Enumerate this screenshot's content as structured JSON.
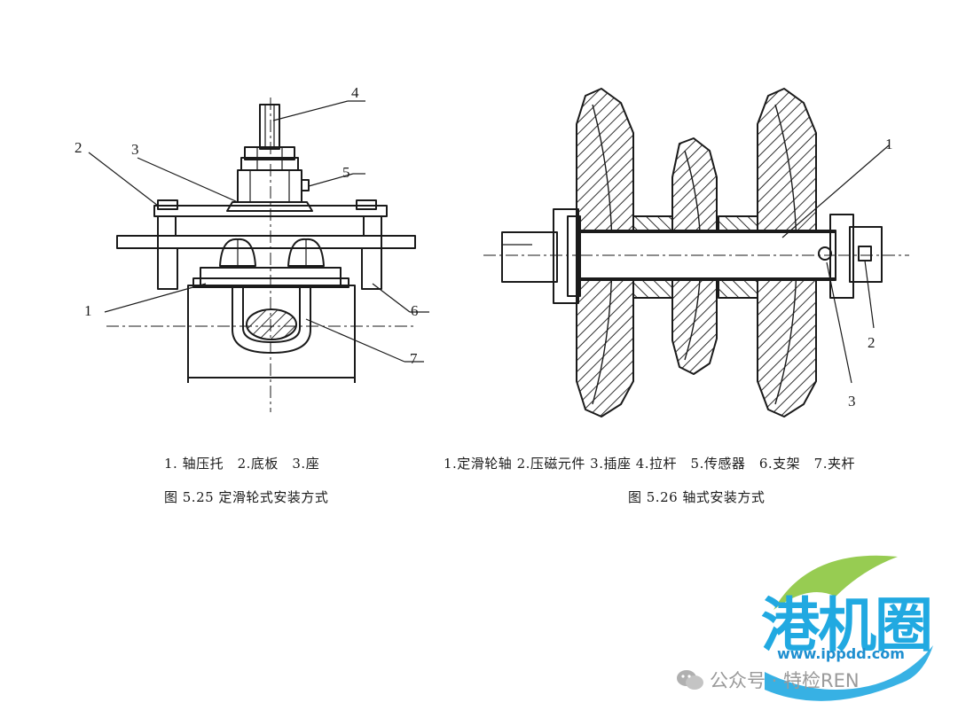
{
  "left_figure": {
    "callouts": [
      "4",
      "2",
      "3",
      "5",
      "1",
      "6",
      "7"
    ],
    "legend": "1. 轴压托　2.底板　3.座",
    "caption": "图 5.25  定滑轮式安装方式"
  },
  "right_figure": {
    "callouts": [
      "1",
      "2",
      "3"
    ],
    "legend": "1.定滑轮轴 2.压磁元件 3.插座 4.拉杆　5.传感器　6.支架　7.夹杆",
    "caption": "图 5.26  轴式安装方式"
  },
  "watermark": {
    "logo_text": "港机圈",
    "url": "www.ippdd.com",
    "account": "公众号 · 特检REN",
    "icon": "wechat-icon",
    "logo_colors": {
      "green": "#8cc63f",
      "blue": "#21a9e1"
    }
  }
}
